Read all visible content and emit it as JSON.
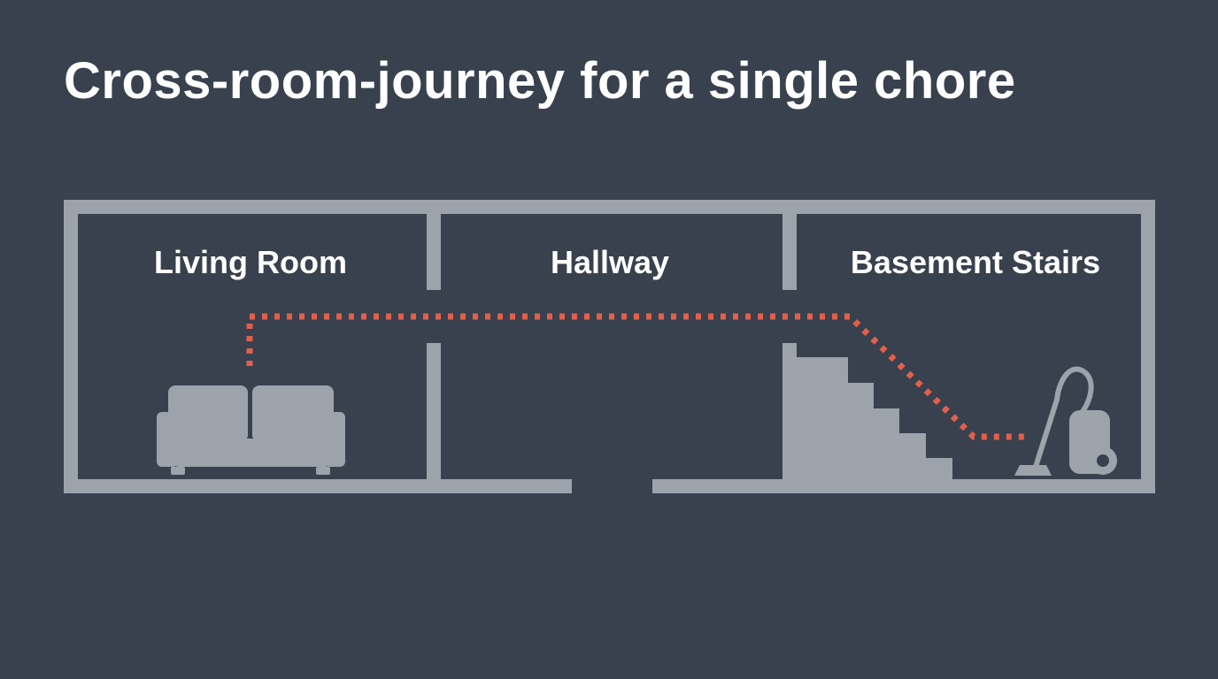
{
  "colors": {
    "background": "#38414d",
    "walls": "#9ca3ab",
    "title_text": "#ffffff",
    "room_label_text": "#ffffff",
    "path": "#e2604a",
    "furniture": "#9ca3ab"
  },
  "title": "Cross-room-journey for a single chore",
  "rooms": [
    {
      "label": "Living Room"
    },
    {
      "label": "Hallway"
    },
    {
      "label": "Basement Stairs"
    }
  ],
  "icons": {
    "start": "sofa-icon",
    "stairs": "stairs-icon",
    "end": "vacuum-cleaner-icon"
  },
  "path_style": "dotted"
}
